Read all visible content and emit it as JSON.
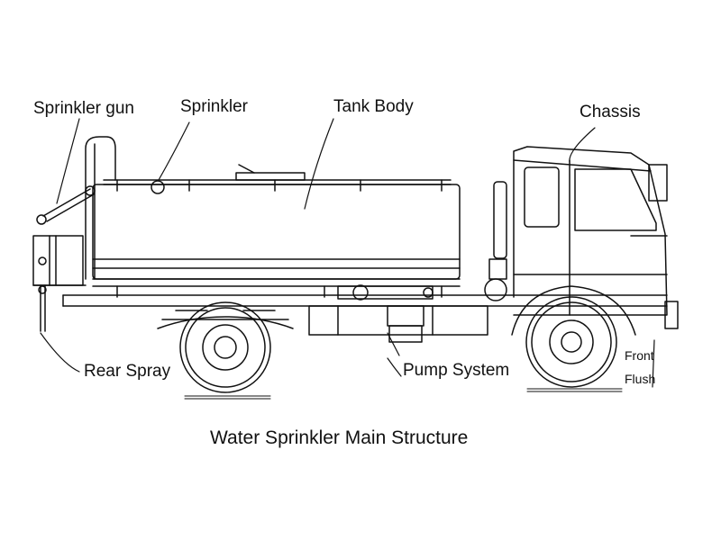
{
  "labels": {
    "sprinkler_gun": "Sprinkler gun",
    "sprinkler": "Sprinkler",
    "tank_body": "Tank Body",
    "chassis": "Chassis",
    "rear_spray": "Rear Spray",
    "pump_system": "Pump System",
    "front_flush_1": "Front",
    "front_flush_2": "Flush"
  },
  "caption": "Water Sprinkler Main Structure",
  "colors": {
    "ink": "#111111",
    "background": "#ffffff"
  }
}
